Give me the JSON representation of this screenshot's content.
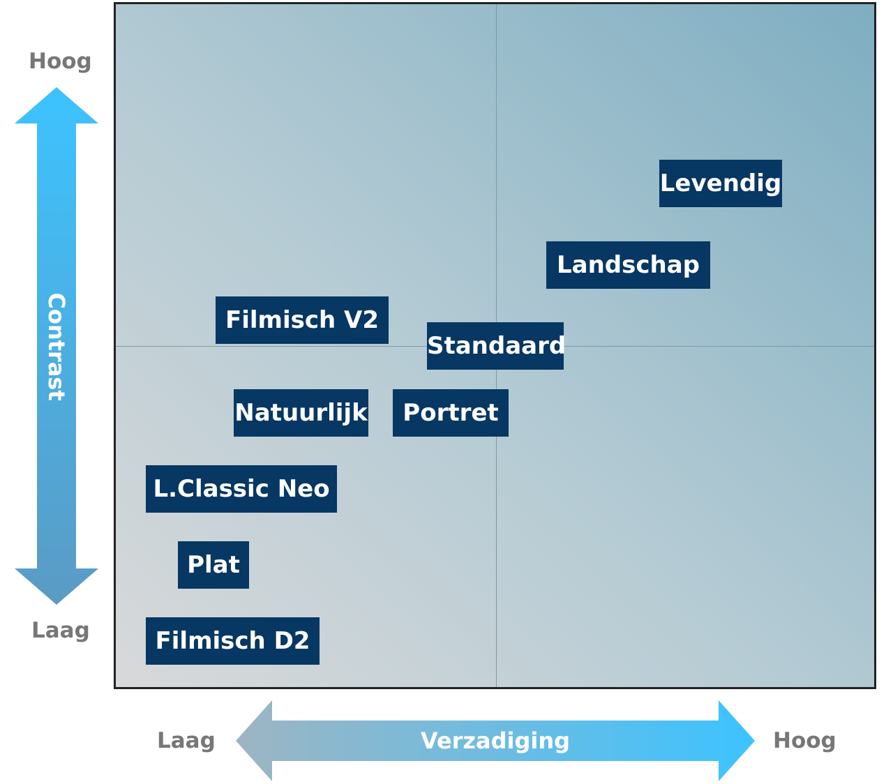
{
  "y_axis": {
    "title": "Contrast",
    "high_label": "Hoog",
    "low_label": "Laag",
    "arrow_color_top": "#3dc3ff",
    "arrow_color_bottom": "#5a9bc4"
  },
  "x_axis": {
    "title": "Verzadiging",
    "low_label": "Laag",
    "high_label": "Hoog",
    "arrow_color_left": "#9db5c2",
    "arrow_color_right": "#3dc3ff"
  },
  "colors": {
    "label_background": "#073763",
    "label_text": "#ffffff",
    "plot_gradient_start": "#d8d9da",
    "plot_gradient_end": "#7eaec1",
    "axis_word": "#777777"
  },
  "styles": [
    {
      "label": "Levendig"
    },
    {
      "label": "Landschap"
    },
    {
      "label": "Filmisch V2"
    },
    {
      "label": "Standaard"
    },
    {
      "label": "Natuurlijk"
    },
    {
      "label": "Portret"
    },
    {
      "label": "L.Classic Neo"
    },
    {
      "label": "Plat"
    },
    {
      "label": "Filmisch D2"
    }
  ]
}
